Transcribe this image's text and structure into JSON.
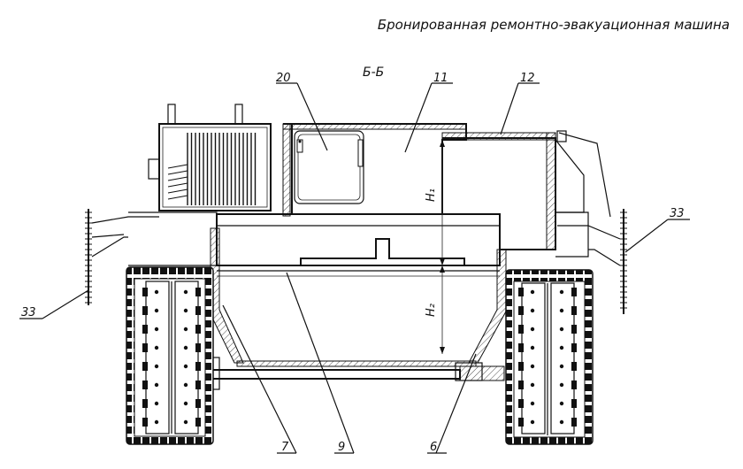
{
  "title": "Бронированная ремонтно-эвакуационная машина",
  "section": "Б-Б",
  "callouts": {
    "c20": "20",
    "c11": "11",
    "c12": "12",
    "c33_left": "33",
    "c33_right": "33",
    "c7": "7",
    "c9": "9",
    "c6": "6"
  },
  "dimensions": {
    "h1": "H₁",
    "h2": "H₂"
  },
  "colors": {
    "line": "#111111",
    "background": "#ffffff"
  }
}
